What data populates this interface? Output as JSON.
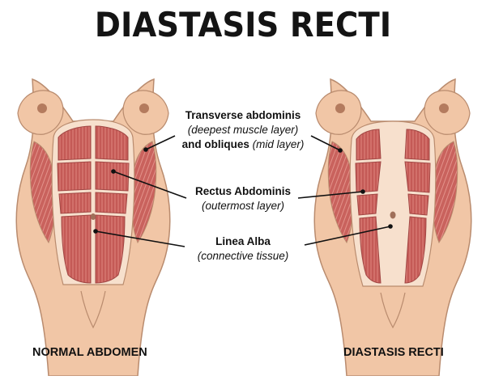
{
  "title": "DIASTASIS RECTI",
  "labels": {
    "transverse": {
      "name": "Transverse abdominis",
      "note": "(deepest muscle layer)",
      "extra_bold": "and obliques",
      "extra_note": "(mid layer)"
    },
    "rectus": {
      "name": "Rectus Abdominis",
      "note": "(outermost layer)"
    },
    "linea": {
      "name": "Linea Alba",
      "note": "(connective tissue)"
    }
  },
  "captions": {
    "left": "NORMAL ABDOMEN",
    "right": "DIASTASIS RECTI"
  },
  "colors": {
    "skin": "#f1c6a6",
    "skin_shadow": "#dca586",
    "outline": "#b98b6e",
    "muscle": "#c45a56",
    "muscle_light": "#e08b84",
    "tissue": "#f7e0cd",
    "text": "#141414"
  }
}
